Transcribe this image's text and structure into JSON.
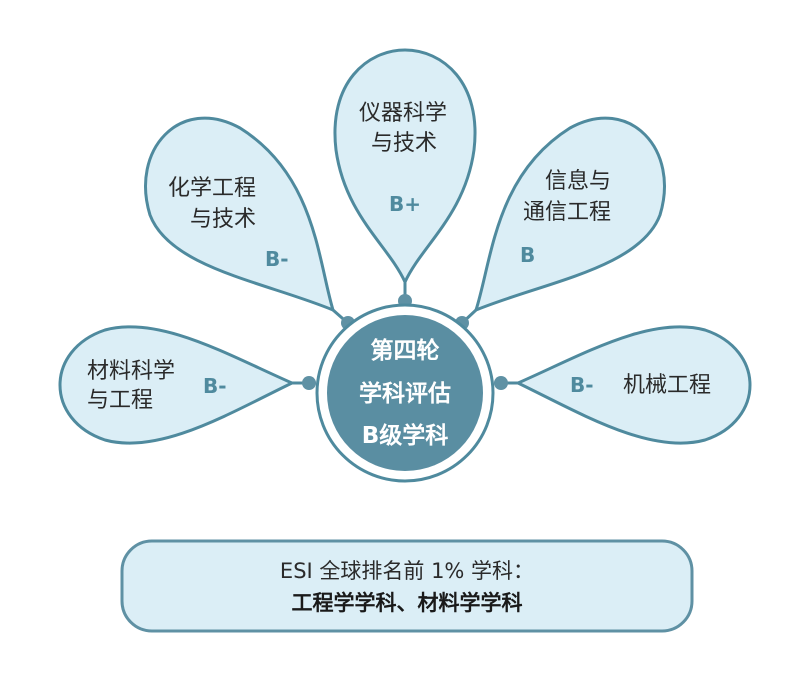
{
  "petals": [
    {
      "id": "materials",
      "name_lines": [
        "材料科学",
        "与工程"
      ],
      "grade": "B-"
    },
    {
      "id": "chemical",
      "name_lines": [
        "化学工程",
        "与技术"
      ],
      "grade": "B-"
    },
    {
      "id": "instrument",
      "name_lines": [
        "仪器科学",
        "与技术"
      ],
      "grade": "B+"
    },
    {
      "id": "info",
      "name_lines": [
        "信息与",
        "通信工程"
      ],
      "grade": "B"
    },
    {
      "id": "mechanical",
      "name_lines": [
        "机械工程"
      ],
      "grade": "B-"
    }
  ],
  "hub": {
    "lines": [
      "第四轮",
      "学科评估",
      "B级学科"
    ]
  },
  "esi": {
    "line1": "ESI 全球排名前 1% 学科：",
    "line2": "工程学学科、材料学学科"
  },
  "colors": {
    "petal_fill": "#dbeef6",
    "stroke": "#4f8a9e",
    "hub_fill": "#5a8ea2"
  }
}
